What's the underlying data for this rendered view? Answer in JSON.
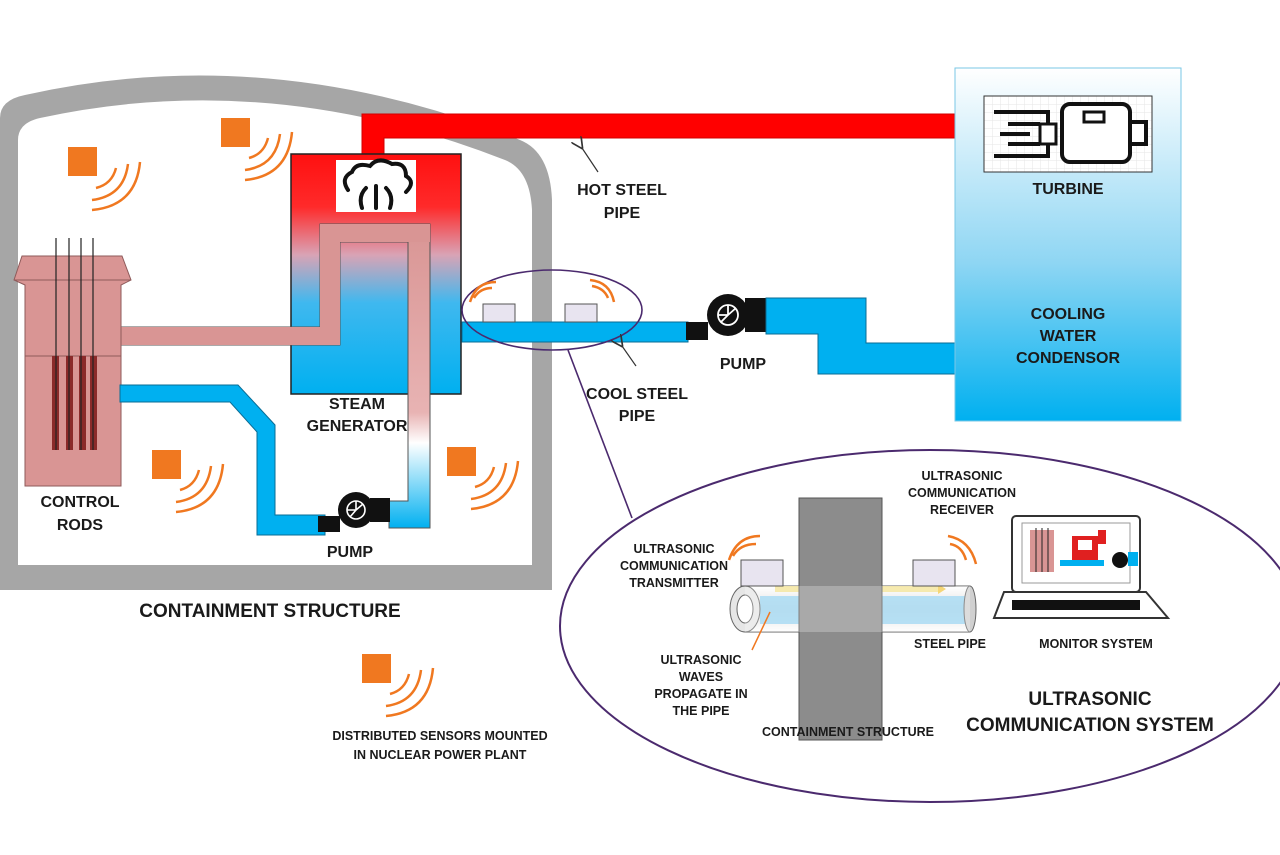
{
  "labels": {
    "control_rods": [
      "CONTROL",
      "RODS"
    ],
    "steam_generator": [
      "STEAM",
      "GENERATOR"
    ],
    "pump_left": "PUMP",
    "pump_right": "PUMP",
    "containment_structure": "CONTAINMENT STRUCTURE",
    "hot_steel_pipe": [
      "HOT STEEL",
      "PIPE"
    ],
    "cool_steel_pipe": [
      "COOL STEEL",
      "PIPE"
    ],
    "turbine": "TURBINE",
    "cooling_water_condensor": [
      "COOLING",
      "WATER",
      "CONDENSOR"
    ],
    "distributed_sensors": [
      "DISTRIBUTED SENSORS MOUNTED",
      "IN NUCLEAR POWER PLANT"
    ],
    "ultrasonic_receiver": [
      "ULTRASONIC",
      "COMMUNICATION",
      "RECEIVER"
    ],
    "ultrasonic_transmitter": [
      "ULTRASONIC",
      "COMMUNICATION",
      "TRANSMITTER"
    ],
    "ultrasonic_waves": [
      "ULTRASONIC",
      "WAVES",
      "PROPAGATE IN",
      "THE PIPE"
    ],
    "steel_pipe": "STEEL PIPE",
    "monitor_system": "MONITOR SYSTEM",
    "containment_structure_inset": "CONTAINMENT STRUCTURE",
    "ultrasonic_system_title": [
      "ULTRASONIC",
      "COMMUNICATION SYSTEM"
    ]
  },
  "colors": {
    "hot": "#ff0000",
    "cool": "#00b0f0",
    "rod": "#d99594",
    "containment": "#a6a6a6",
    "sensor": "#f07820",
    "inset_border": "#5b3b7a"
  },
  "icons": [
    "steam-icon",
    "turbine-icon",
    "pump-icon",
    "sensor-icon",
    "monitor-icon"
  ]
}
